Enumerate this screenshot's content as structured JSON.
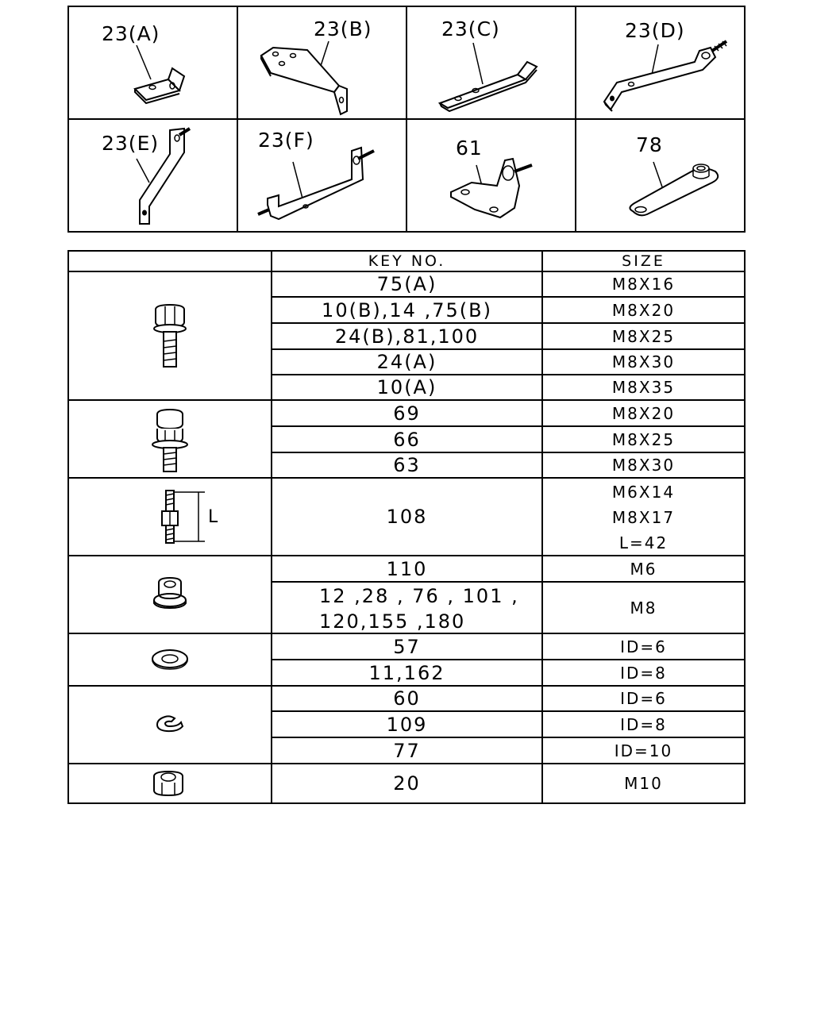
{
  "brackets": [
    {
      "label": "23(A)"
    },
    {
      "label": "23(B)"
    },
    {
      "label": "23(C)"
    },
    {
      "label": "23(D)"
    },
    {
      "label": "23(E)"
    },
    {
      "label": "23(F)"
    },
    {
      "label": "61"
    },
    {
      "label": "78"
    }
  ],
  "table": {
    "headers": [
      "",
      "KEY NO.",
      "SIZE"
    ],
    "groups": [
      {
        "icon": "flange-bolt-icon",
        "rows": [
          {
            "key": "75(A)",
            "size": "M8X16"
          },
          {
            "key": "10(B),14 ,75(B)",
            "size": "M8X20"
          },
          {
            "key": "24(B),81,100",
            "size": "M8X25"
          },
          {
            "key": "24(A)",
            "size": "M8X30"
          },
          {
            "key": "10(A)",
            "size": "M8X35"
          }
        ]
      },
      {
        "icon": "washer-bolt-icon",
        "rows": [
          {
            "key": "69",
            "size": "M8X20"
          },
          {
            "key": "66",
            "size": "M8X25"
          },
          {
            "key": "63",
            "size": "M8X30"
          }
        ]
      },
      {
        "icon": "stud-bolt-icon",
        "dim_label": "L",
        "rows": [
          {
            "key": "108",
            "sizes": [
              "M6X14",
              "M8X17",
              "L=42"
            ]
          }
        ]
      },
      {
        "icon": "flange-nut-icon",
        "rows": [
          {
            "key": "110",
            "size": "M6"
          },
          {
            "key_lines": [
              "12 ,28 , 76 , 101 ,",
              "120,155 ,180"
            ],
            "size": "M8"
          }
        ]
      },
      {
        "icon": "flat-washer-icon",
        "rows": [
          {
            "key": "57",
            "size": "ID=6"
          },
          {
            "key": "11,162",
            "size": "ID=8"
          }
        ]
      },
      {
        "icon": "snap-ring-icon",
        "rows": [
          {
            "key": "60",
            "size": "ID=6"
          },
          {
            "key": "109",
            "size": "ID=8"
          },
          {
            "key": "77",
            "size": "ID=10"
          }
        ]
      },
      {
        "icon": "hex-nut-icon",
        "rows": [
          {
            "key": "20",
            "size": "M10"
          }
        ]
      }
    ]
  }
}
